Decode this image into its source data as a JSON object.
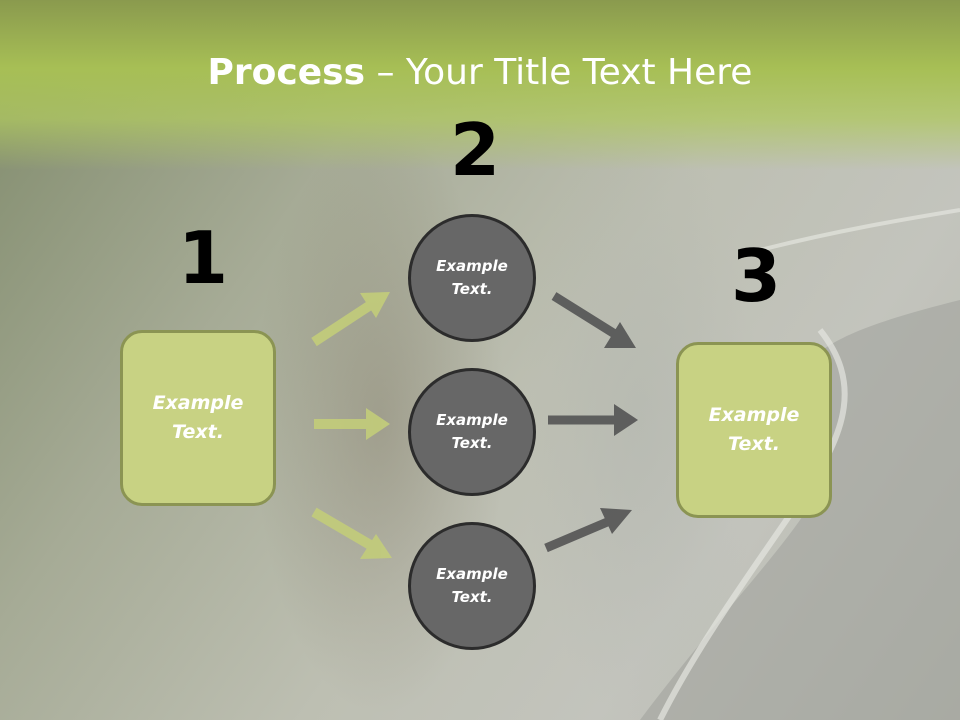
{
  "title": {
    "bold": "Process",
    "rest": " – Your Title Text Here"
  },
  "steps": [
    {
      "number": "1",
      "label": "Example Text."
    },
    {
      "number": "2"
    },
    {
      "number": "3",
      "label": "Example Text."
    }
  ],
  "circles": [
    {
      "label": "Example Text."
    },
    {
      "label": "Example Text."
    },
    {
      "label": "Example Text."
    }
  ],
  "colors": {
    "green_box": "#c8d283",
    "green_arrow": "#c3cd7a",
    "circle_fill": "#676767",
    "dark_arrow": "#595959"
  }
}
